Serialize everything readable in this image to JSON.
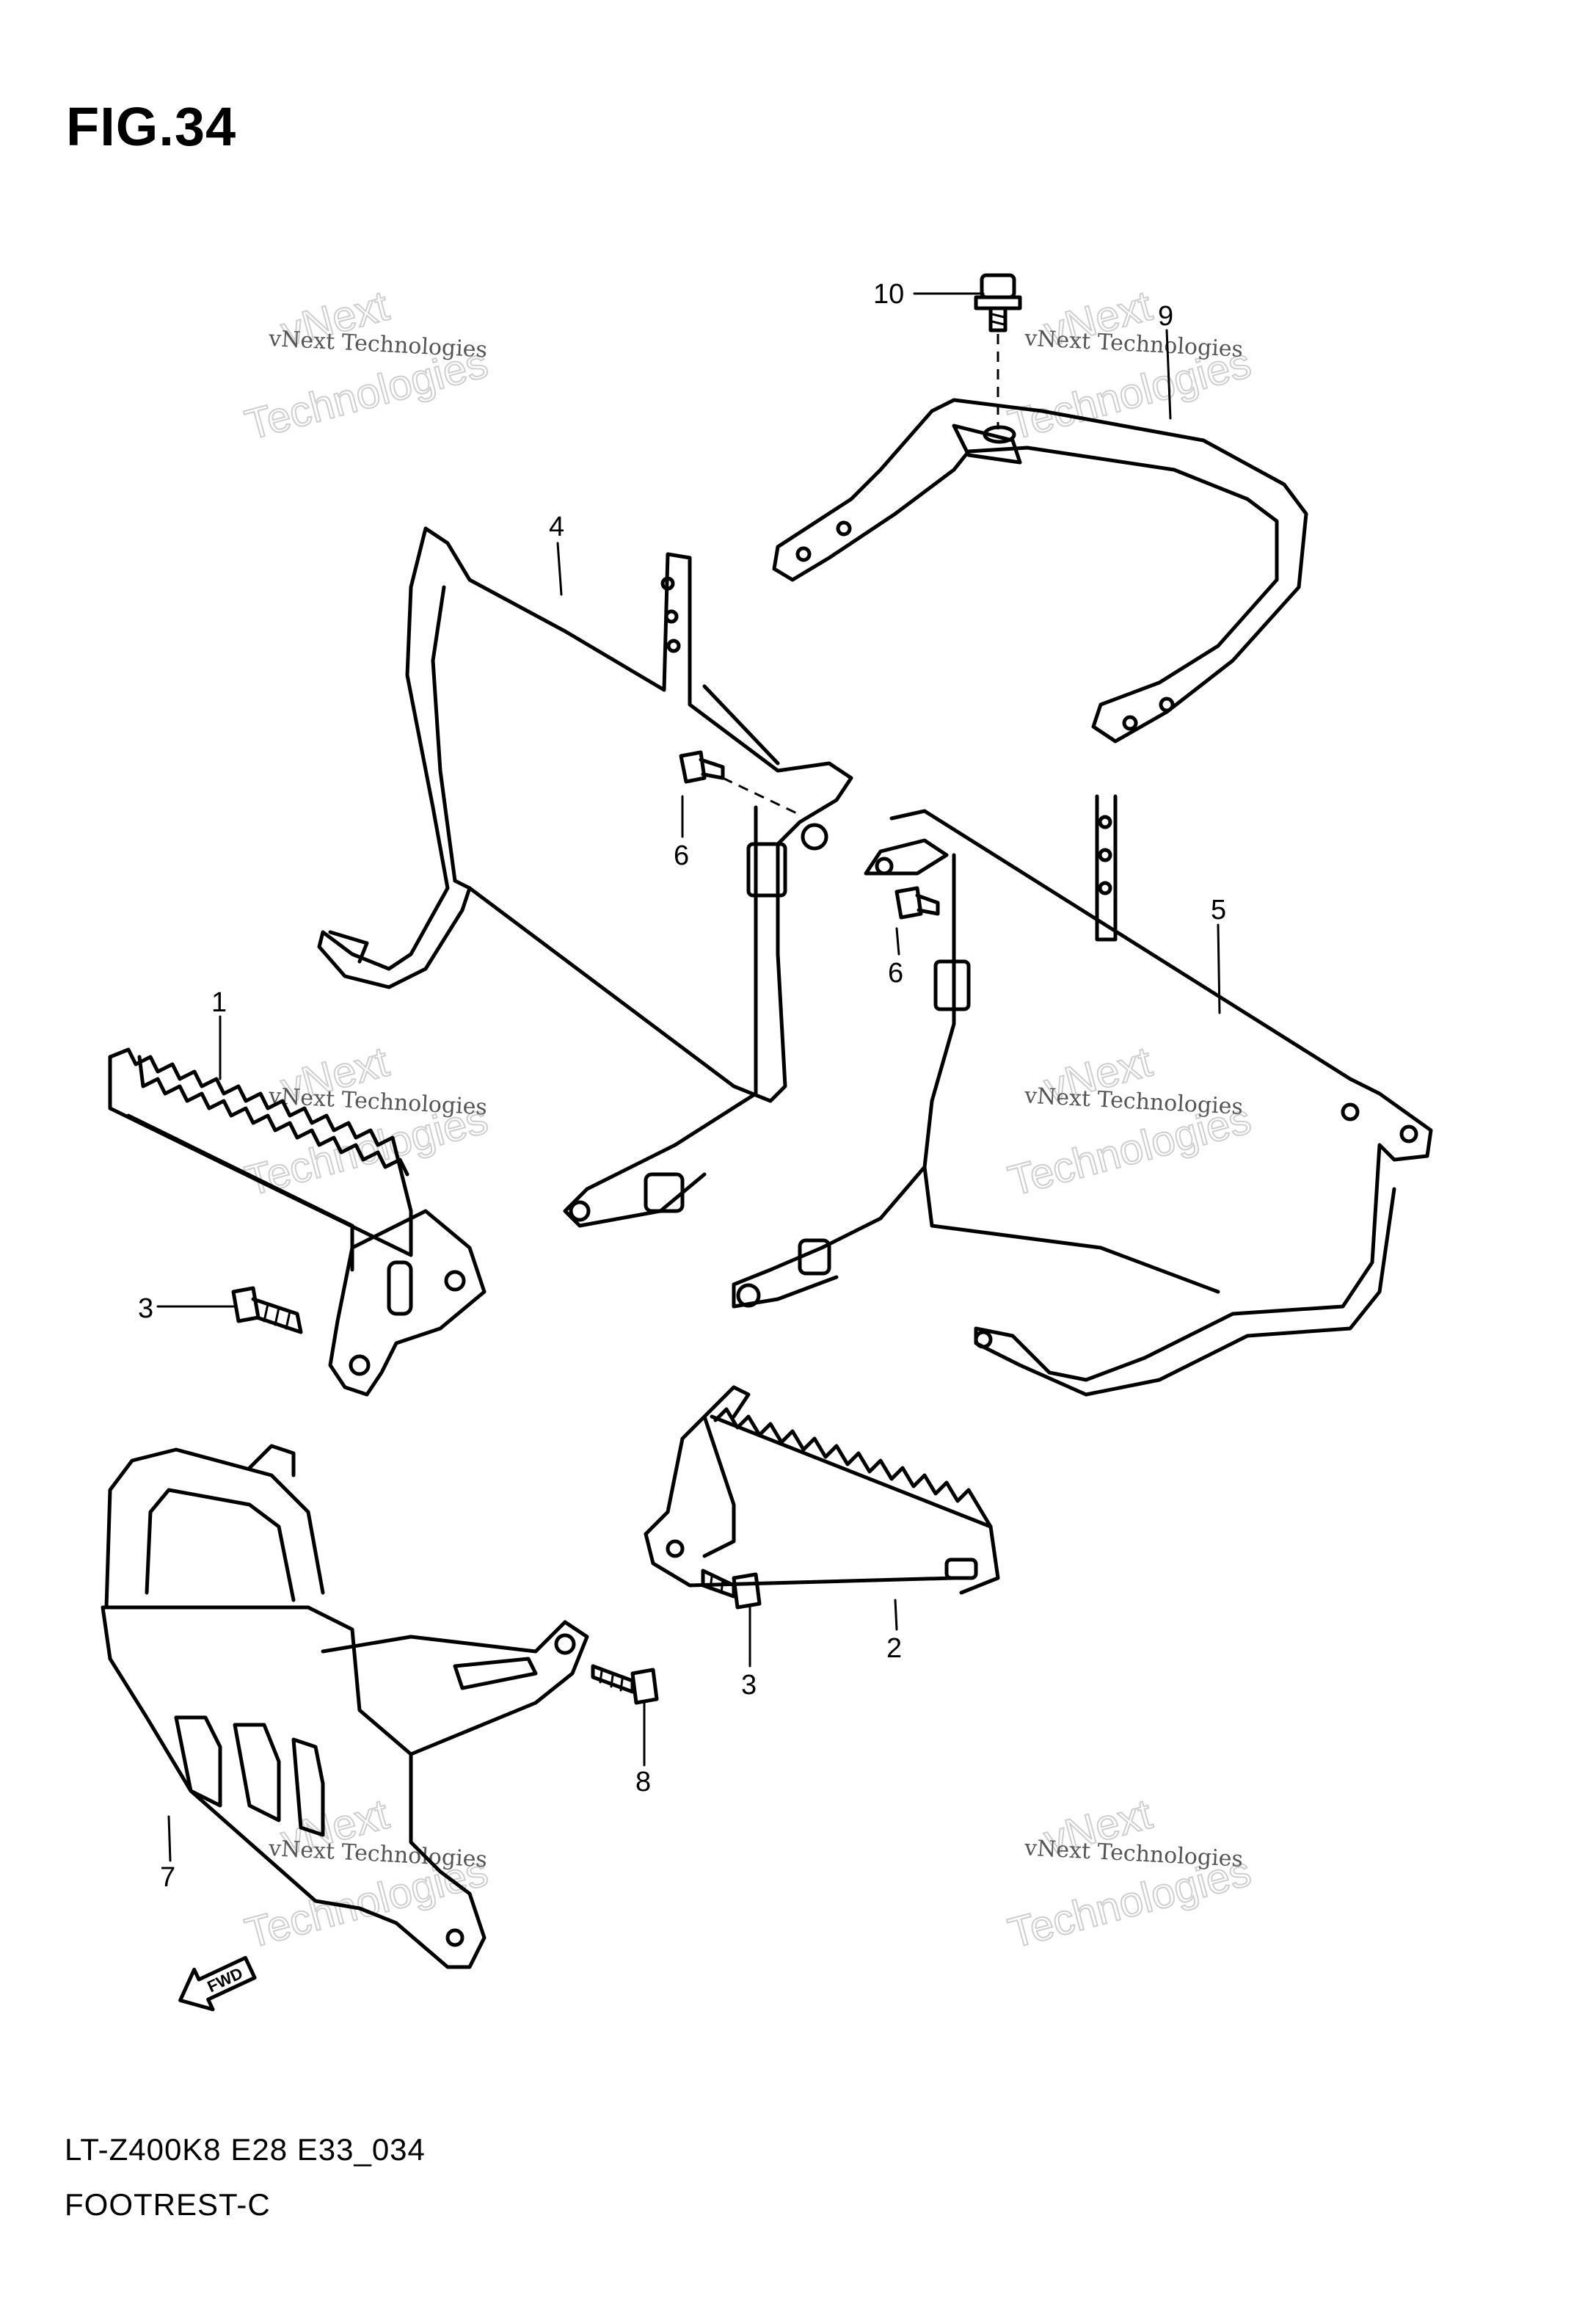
{
  "figure": {
    "title": "FIG.34",
    "model_code": "LT-Z400K8 E28 E33_034",
    "section_name": "FOOTREST-C"
  },
  "callouts": [
    {
      "id": "1",
      "label": "1"
    },
    {
      "id": "2",
      "label": "2"
    },
    {
      "id": "3a",
      "label": "3"
    },
    {
      "id": "3b",
      "label": "3"
    },
    {
      "id": "4",
      "label": "4"
    },
    {
      "id": "5",
      "label": "5"
    },
    {
      "id": "6a",
      "label": "6"
    },
    {
      "id": "6b",
      "label": "6"
    },
    {
      "id": "7",
      "label": "7"
    },
    {
      "id": "8",
      "label": "8"
    },
    {
      "id": "9",
      "label": "9"
    },
    {
      "id": "10",
      "label": "10"
    }
  ],
  "watermark": {
    "small_text": "vNext Technologies",
    "top_word": "vNext",
    "bottom_word": "Technologies"
  },
  "direction_badge": "FWD",
  "colors": {
    "line": "#000000",
    "watermark_outline": "#cfcfcf",
    "watermark_text": "#555555"
  }
}
